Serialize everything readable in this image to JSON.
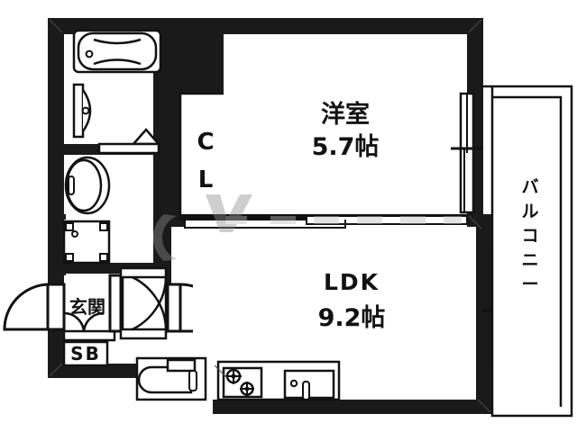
{
  "document": {
    "type": "floor-plan",
    "title": "1LDK apartment floor plan",
    "language": "ja",
    "background_color": "#ffffff",
    "wall_color": "#1a1a1a",
    "line_color": "#121212",
    "watermark_color": "#9a9a9a"
  },
  "rooms": {
    "bedroom": {
      "name": "洋室",
      "size": "5.7帖",
      "name_en": "Western-style room",
      "area_tatami": 5.7
    },
    "living": {
      "name": "LDK",
      "size": "9.2帖",
      "name_en": "Living Dining Kitchen",
      "area_tatami": 9.2
    },
    "closet": {
      "name_line1": "C",
      "name_line2": "L",
      "name_en": "Closet"
    },
    "entrance": {
      "name": "玄関",
      "name_en": "Genkan / Entrance"
    },
    "shoebox": {
      "name": "SB",
      "name_en": "Shoe Box"
    },
    "balcony": {
      "name": "バルコニー",
      "name_en": "Balcony",
      "chars": [
        "バ",
        "ル",
        "コ",
        "ニ",
        "ー"
      ],
      "orientation": "vertical"
    }
  },
  "fixtures": [
    {
      "id": "bathtub",
      "name": "bathtub-fixture",
      "label_en": "Bath tub"
    },
    {
      "id": "washbasin",
      "name": "washbasin-fixture",
      "label_en": "Wash basin / vanity"
    },
    {
      "id": "toilet",
      "name": "toilet-fixture",
      "label_en": "Toilet"
    },
    {
      "id": "washer-pan",
      "name": "washing-machine-pan-fixture",
      "label_en": "Washing machine pan"
    },
    {
      "id": "sink",
      "name": "kitchen-sink-fixture",
      "label_en": "Kitchen sink"
    },
    {
      "id": "stove",
      "name": "gas-stove-fixture",
      "label_en": "Two-burner gas stove"
    },
    {
      "id": "entry-door",
      "name": "entry-door-swing",
      "label_en": "Entrance door"
    },
    {
      "id": "bath-door",
      "name": "bathroom-door-swing",
      "label_en": "Bathroom door"
    },
    {
      "id": "toilet-door",
      "name": "toilet-door-swing",
      "label_en": "Toilet door"
    },
    {
      "id": "closet-doors",
      "name": "closet-folding-doors",
      "label_en": "Closet folding doors"
    },
    {
      "id": "bedroom-window",
      "name": "bedroom-sliding-window",
      "label_en": "Bedroom sliding window"
    },
    {
      "id": "ldk-window",
      "name": "ldk-sliding-window",
      "label_en": "LDK sliding window"
    },
    {
      "id": "room-divider",
      "name": "room-divider-sliding-doors",
      "label_en": "Sliding partition between bedroom and LDK"
    }
  ],
  "watermark": {
    "present": true,
    "description": "faint grey diagonal overlay stripe across middle"
  }
}
